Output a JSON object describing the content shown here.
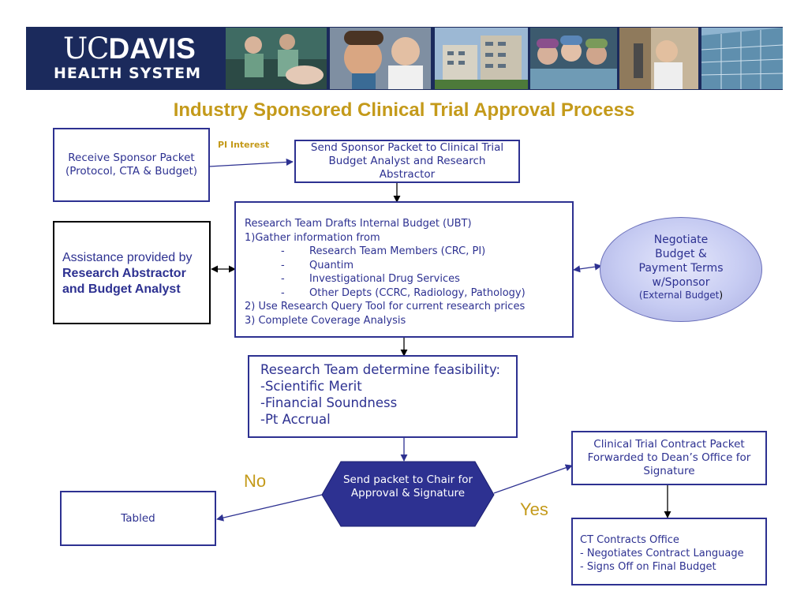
{
  "header": {
    "logo_uc": "UC",
    "logo_davis": "DAVIS",
    "logo_system": "HEALTH SYSTEM"
  },
  "title": "Industry Sponsored Clinical Trial Approval Process",
  "labels": {
    "pi_interest": "PI Interest",
    "no": "No",
    "yes": "Yes"
  },
  "nodes": {
    "receive_packet": "Receive Sponsor Packet\n(Protocol, CTA & Budget)",
    "send_packet": "Send Sponsor Packet to Clinical Trial Budget Analyst and Research Abstractor",
    "assistance": {
      "prefix": "Assistance provided by",
      "bold": "Research Abstractor and Budget Analyst"
    },
    "internal_budget": {
      "heading": "Research Team Drafts Internal Budget (UBT)",
      "step1": "1)Gather information from",
      "sources": [
        "Research Team Members (CRC, PI)",
        "Quantim",
        "Investigational Drug Services",
        "Other Depts (CCRC, Radiology, Pathology)"
      ],
      "step2": "2) Use Research Query Tool for current research prices",
      "step3": "3) Complete Coverage Analysis"
    },
    "negotiate": {
      "main": "Negotiate\nBudget &\nPayment Terms\nw/Sponsor",
      "sub": "(External Budget",
      "close": ")"
    },
    "feasibility": {
      "heading": "Research Team determine feasibility:",
      "items": [
        "-Scientific Merit",
        "-Financial Soundness",
        "-Pt Accrual"
      ]
    },
    "chair": "Send packet to Chair for Approval & Signature",
    "tabled": "Tabled",
    "dean": "Clinical Trial Contract Packet Forwarded to Dean’s Office for Signature",
    "ct_office": {
      "heading": "CT Contracts Office",
      "items": [
        "- Negotiates Contract Language",
        "- Signs Off on Final Budget"
      ]
    }
  },
  "colors": {
    "navy": "#2d3191",
    "gold": "#c49a1a",
    "banner": "#1b2a5c",
    "hexagon": "#2d3191"
  }
}
